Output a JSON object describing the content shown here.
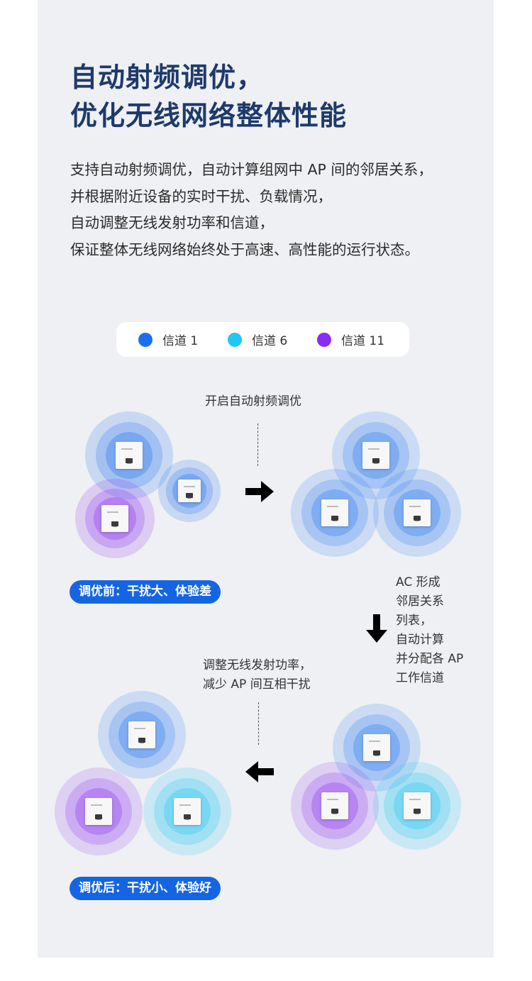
{
  "headline": {
    "line1": "自动射频调优，",
    "line2": "优化无线网络整体性能"
  },
  "description": [
    "支持自动射频调优，自动计算组网中 AP 间的邻居关系，",
    "并根据附近设备的实时干扰、负载情况，",
    "自动调整无线发射功率和信道，",
    "保证整体无线网络始终处于高速、高性能的运行状态。"
  ],
  "legend": [
    {
      "label": "信道 1",
      "color": "#1a6ff0"
    },
    {
      "label": "信道 6",
      "color": "#22c6f4"
    },
    {
      "label": "信道 11",
      "color": "#8b2cf0"
    }
  ],
  "steps": {
    "rf_on": "开启自动射频调优",
    "ac_form": [
      "AC 形成",
      "邻居关系",
      "列表，",
      "自动计算",
      "并分配各 AP",
      "工作信道"
    ],
    "adjust": [
      "调整无线发射功率，",
      "减少 AP 间互相干扰"
    ]
  },
  "tags": {
    "before": "调优前：干扰大、体验差",
    "after": "调优后：干扰小、体验好"
  },
  "colors": {
    "ch1": "#1a6ff0",
    "ch6": "#22c6f4",
    "ch11": "#8b2cf0",
    "tag_bg": "#1565e3",
    "headline": "#1e3a6b"
  }
}
